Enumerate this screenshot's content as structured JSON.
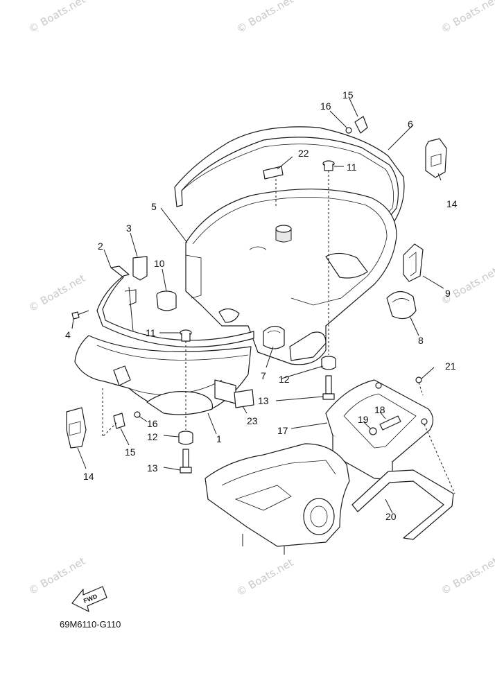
{
  "watermark": "© Boats.net",
  "diagram_code": "69M6110-G110",
  "fwd_label": "FWD",
  "callouts": [
    "1",
    "2",
    "3",
    "4",
    "5",
    "6",
    "7",
    "8",
    "9",
    "10",
    "11",
    "11",
    "12",
    "12",
    "13",
    "13",
    "14",
    "14",
    "15",
    "15",
    "16",
    "16",
    "17",
    "18",
    "19",
    "20",
    "21",
    "22",
    "23"
  ],
  "accent_color": "#1a1a1a"
}
